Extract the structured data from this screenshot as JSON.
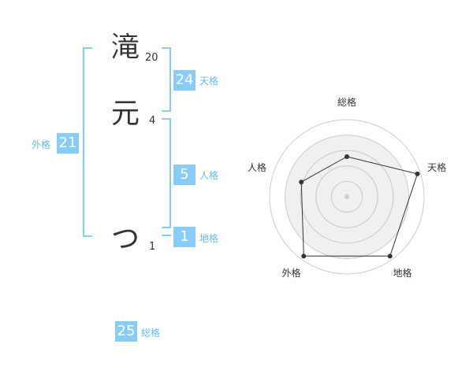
{
  "name": {
    "chars": [
      {
        "char": "滝",
        "strokes": "20"
      },
      {
        "char": "元",
        "strokes": "4"
      },
      {
        "char": "つ",
        "strokes": "1"
      }
    ]
  },
  "fortunes": {
    "tenkaku": {
      "value": "24",
      "label": "天格"
    },
    "jinkaku": {
      "value": "5",
      "label": "人格"
    },
    "chikaku": {
      "value": "1",
      "label": "地格"
    },
    "gaikaku": {
      "value": "21",
      "label": "外格"
    },
    "soukaku": {
      "value": "25",
      "label": "総格"
    }
  },
  "radar": {
    "axes": [
      "総格",
      "天格",
      "地格",
      "外格",
      "人格"
    ],
    "values": [
      0.52,
      0.96,
      0.95,
      0.95,
      0.62
    ],
    "rings": 5,
    "colors": {
      "fill": "#f0f0f0",
      "ring": "#cccccc",
      "line": "#333333",
      "point": "#333333",
      "center": "#cccccc"
    }
  }
}
